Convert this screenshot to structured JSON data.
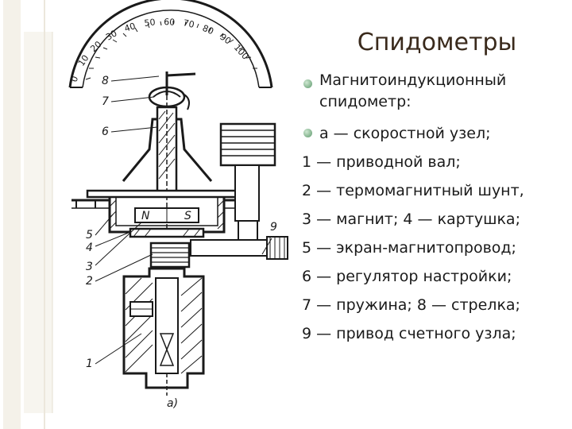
{
  "slide": {
    "title": "Спидометры",
    "list": [
      {
        "type": "bullet",
        "text": "Магнитоиндукционный"
      },
      {
        "type": "cont",
        "text": "спидометр:"
      },
      {
        "type": "bullet",
        "text": " а — скоростной узел;"
      },
      {
        "type": "line",
        "text": "1 — приводной вал;"
      },
      {
        "type": "line",
        "text": "2 —  термомагнитный шунт,"
      },
      {
        "type": "line",
        "text": "3 — магнит; 4 — картушка;"
      },
      {
        "type": "line",
        "text": "5 —  экран-магнитопровод;"
      },
      {
        "type": "line",
        "text": "6 — регулятор настройки;"
      },
      {
        "type": "line",
        "text": "7 — пружина; 8 — стрелка;"
      },
      {
        "type": "line",
        "text": "9 — привод счетного узла;"
      }
    ]
  },
  "figure": {
    "scale_labels": [
      "0",
      "10",
      "20",
      "30",
      "40",
      "50",
      "60",
      "70",
      "80",
      "90",
      "100"
    ],
    "callouts": [
      "8",
      "7",
      "6",
      "5",
      "4",
      "3",
      "2",
      "1",
      "9"
    ],
    "magnet_letters": [
      "N",
      "S"
    ],
    "caption": "а)"
  }
}
